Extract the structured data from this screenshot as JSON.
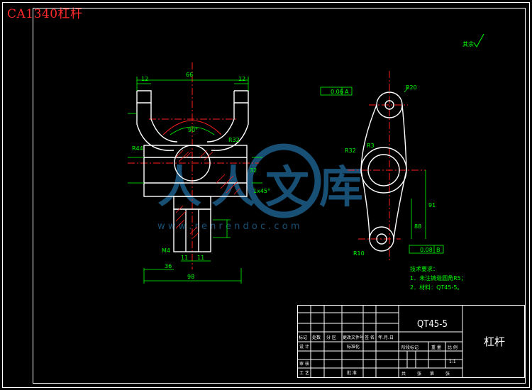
{
  "caption": "CA1340杠杆",
  "title_block": {
    "material": "QT45-5",
    "part_name": "杠杆",
    "header_labels": [
      "标记",
      "处数",
      "分 区",
      "更改文件号",
      "签 名",
      "年.月.日"
    ],
    "row_labels": [
      "设 计",
      "标准化",
      "审 核",
      "工 艺",
      "批 准"
    ],
    "stage_labels": [
      "阶段标记",
      "重 量",
      "比 例"
    ],
    "scale": "1:1",
    "sheet_labels": [
      "共",
      "张",
      "第",
      "张"
    ]
  },
  "tech_requirements": {
    "title": "技术要求：",
    "items": [
      "1．未注铸造圆角R5；",
      "2．材料：QT45-5。"
    ]
  },
  "roughness_note": "其余",
  "front_view_dims": [
    "66",
    "12",
    "12",
    "90°",
    "R44",
    "R32",
    "32",
    "1x45°",
    "M4",
    "36",
    "11",
    "11",
    "98"
  ],
  "side_view_dims": [
    "R20",
    "R32",
    "R10",
    "R3",
    "91",
    "88",
    "0.06",
    "A",
    "0.08",
    "B"
  ],
  "watermark": {
    "logo": "人人文库",
    "url": "w w w . r e n r e n d o c . c o m"
  },
  "colors": {
    "frame": "#ffffff",
    "outline": "#ffffff",
    "dimension": "#00ff00",
    "centerline": "#ff2020",
    "hatch": "#ff2020",
    "watermark": "#1d5f8a"
  }
}
